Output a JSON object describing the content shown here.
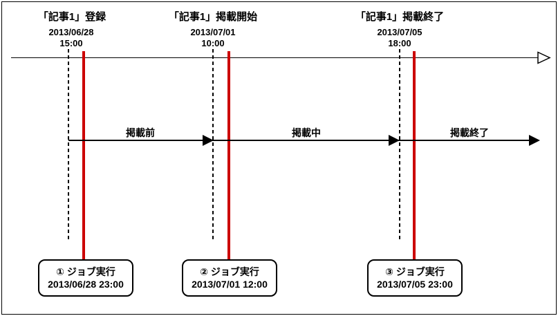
{
  "figure": {
    "events": [
      {
        "title": "「記事1」登録",
        "date": "2013/06/28",
        "time": "15:00"
      },
      {
        "title": "「記事1」掲載開始",
        "date": "2013/07/01",
        "time": "10:00"
      },
      {
        "title": "「記事1」掲載終了",
        "date": "2013/07/05",
        "time": "18:00"
      }
    ],
    "phases": [
      {
        "label": "掲載前"
      },
      {
        "label": "掲載中"
      },
      {
        "label": "掲載終了"
      }
    ],
    "jobs": [
      {
        "label": "① ジョブ実行",
        "datetime": "2013/06/28 23:00"
      },
      {
        "label": "② ジョブ実行",
        "datetime": "2013/07/01 12:00"
      },
      {
        "label": "③ ジョブ実行",
        "datetime": "2013/07/05 23:00"
      }
    ],
    "colors": {
      "job_line": "#cc0000",
      "axis": "#000000",
      "background": "#ffffff"
    }
  }
}
